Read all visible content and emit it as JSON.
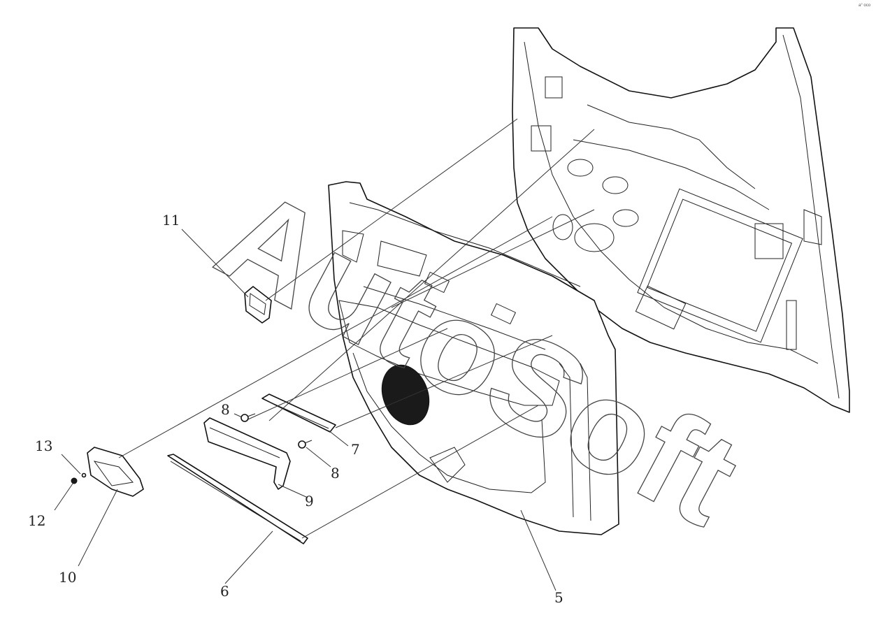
{
  "watermark": "AutoSoft",
  "corner_mark": "a° oco",
  "callouts": {
    "c5": "5",
    "c6": "6",
    "c7": "7",
    "c8a": "8",
    "c8b": "8",
    "c9": "9",
    "c10": "10",
    "c11": "11",
    "c12": "12",
    "c13": "13"
  }
}
